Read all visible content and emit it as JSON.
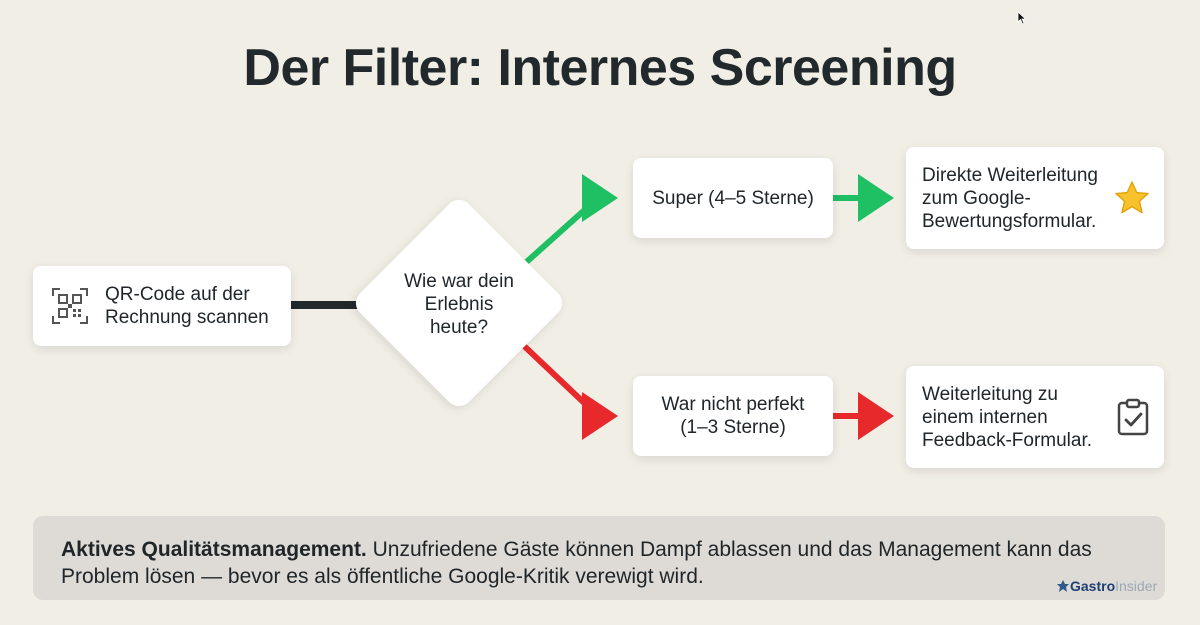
{
  "slide": {
    "title": "Der Filter: Internes Screening"
  },
  "flow": {
    "start": {
      "text": "QR-Code auf der\nRechnung scannen",
      "icon": "qr-code-icon"
    },
    "decision": {
      "text": "Wie war dein\nErlebnis\nheute?"
    },
    "positive": {
      "text": "Super (4–5 Sterne)",
      "arrow_color": "#1fbf63"
    },
    "negative": {
      "text": "War nicht perfekt\n(1–3 Sterne)",
      "arrow_color": "#e8292b"
    },
    "positive_result": {
      "text": "Direkte Weiterleitung\nzum Google-\nBewertungsformular.",
      "icon": "star-icon"
    },
    "negative_result": {
      "text": "Weiterleitung zu\neinem internen\nFeedback-Formular.",
      "icon": "clipboard-check-icon"
    }
  },
  "footer": {
    "bold": "Aktives Qualitätsmanagement.",
    "text": " Unzufriedene Gäste können Dampf ablassen und das Management kann das Problem lösen — bevor es als öffentliche Google-Kritik verewigt wird."
  },
  "brand": {
    "part1": "Gastro",
    "part2": "Insider",
    "icon": "gastroinsider-logo-icon"
  },
  "colors": {
    "background": "#f1eee6",
    "connector": "#22292d",
    "green": "#1fbf63",
    "red": "#e8292b",
    "footer_bg": "#dedbd6"
  }
}
